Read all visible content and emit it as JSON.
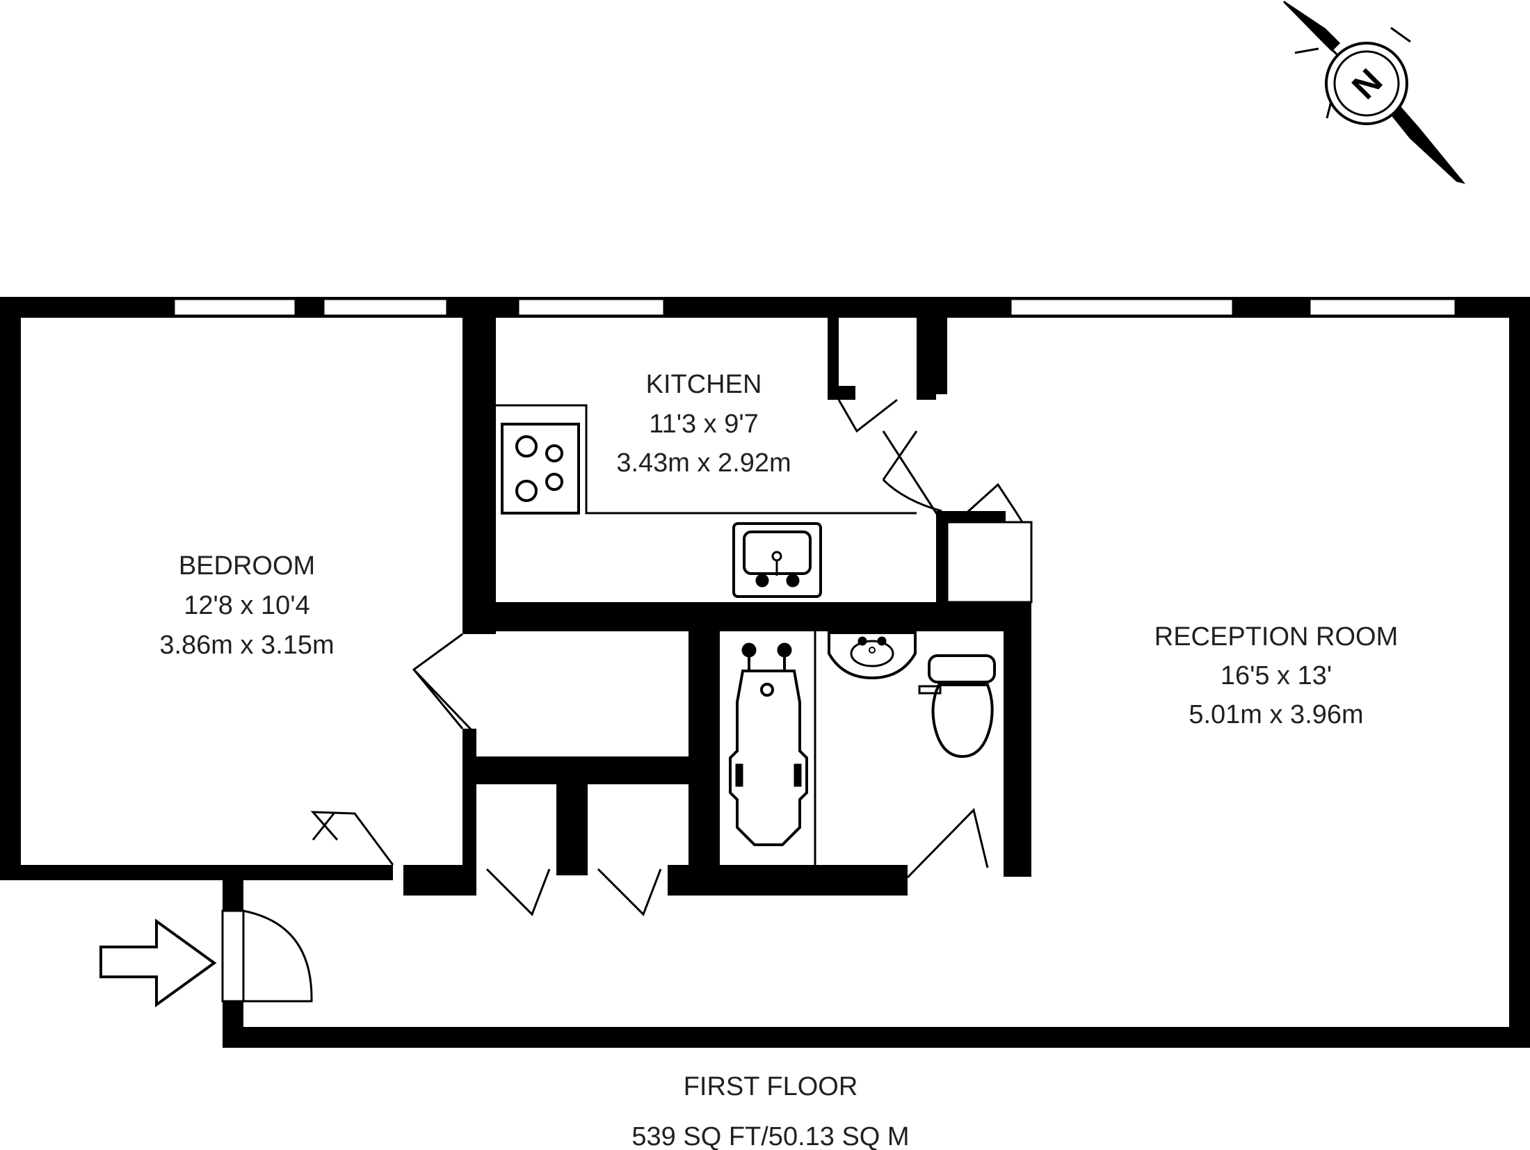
{
  "compass": {
    "letter": "N",
    "icon": "north-compass-icon"
  },
  "rooms": {
    "kitchen": {
      "name": "KITCHEN",
      "imperial": "11'3 x 9'7",
      "metric": "3.43m x 2.92m"
    },
    "bedroom": {
      "name": "BEDROOM",
      "imperial": "12'8 x 10'4",
      "metric": "3.86m x 3.15m"
    },
    "reception": {
      "name": "RECEPTION ROOM",
      "imperial": "16'5 x 13'",
      "metric": "5.01m x 3.96m"
    }
  },
  "floor": {
    "name": "FIRST FLOOR",
    "area": "539 SQ FT/50.13 SQ M"
  },
  "entrance_icon": "entrance-arrow-icon",
  "colors": {
    "wall": "#000000",
    "line": "#000000",
    "text": "#231f20",
    "background": "#ffffff"
  }
}
